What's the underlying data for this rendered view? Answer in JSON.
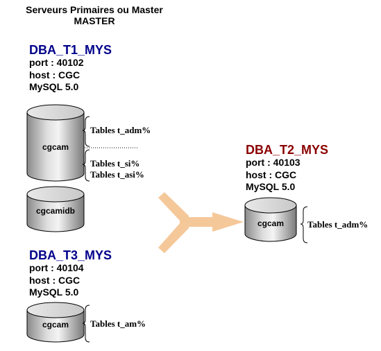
{
  "header": {
    "line1": "Serveurs Primaires ou Master",
    "line2": "MASTER"
  },
  "colors": {
    "primary_server": "#00008b",
    "replica_server": "#8b0000",
    "arrow": "#f5c89a"
  },
  "servers": {
    "t1": {
      "name": "DBA_T1_MYS",
      "port": "port : 40102",
      "host": "host : CGC",
      "version": "MySQL 5.0",
      "databases": [
        {
          "name": "cgcam",
          "tables_a": "Tables t_adm%",
          "tables_b": [
            "Tables t_si%",
            "Tables t_asi%"
          ]
        },
        {
          "name": "cgcamidb"
        }
      ]
    },
    "t2": {
      "name": "DBA_T2_MYS",
      "port": "port : 40103",
      "host": "host : CGC",
      "version": "MySQL 5.0",
      "databases": [
        {
          "name": "cgcam",
          "tables": "Tables t_adm%"
        }
      ]
    },
    "t3": {
      "name": "DBA_T3_MYS",
      "port": "port : 40104",
      "host": "host : CGC",
      "version": "MySQL 5.0",
      "databases": [
        {
          "name": "cgcam",
          "tables": "Tables t_am%"
        }
      ]
    }
  }
}
